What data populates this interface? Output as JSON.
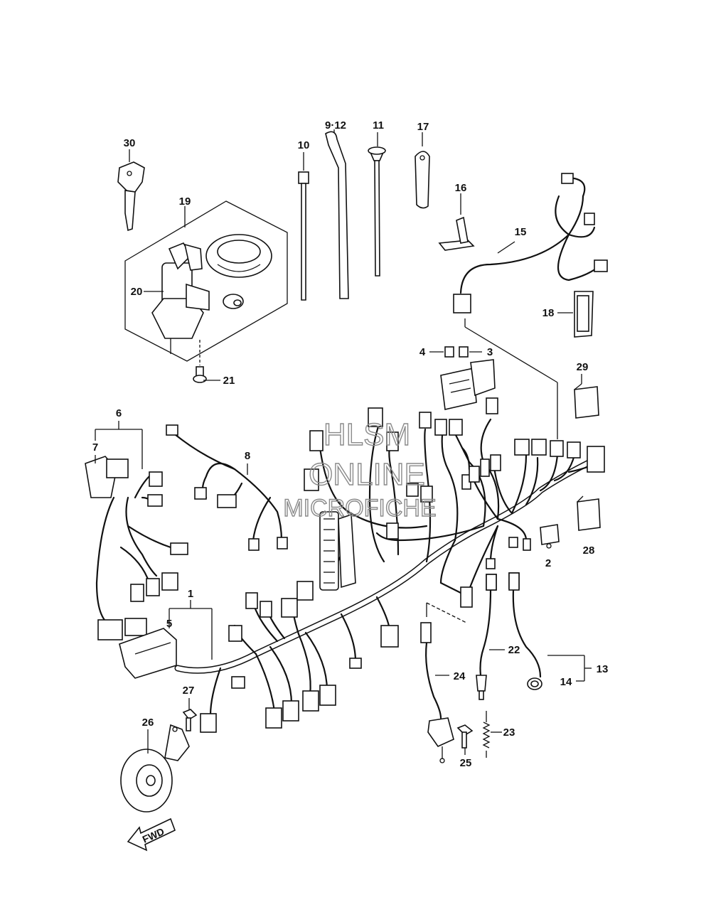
{
  "watermark": {
    "line1": "HLSM",
    "line2": "ONLINE",
    "line3": "MICROFICHE"
  },
  "direction_label": "FWD",
  "callouts": [
    {
      "id": "30",
      "label": "30"
    },
    {
      "id": "19",
      "label": "19"
    },
    {
      "id": "20",
      "label": "20"
    },
    {
      "id": "21",
      "label": "21"
    },
    {
      "id": "10",
      "label": "10"
    },
    {
      "id": "9-12",
      "label": "9·12"
    },
    {
      "id": "11",
      "label": "11"
    },
    {
      "id": "17",
      "label": "17"
    },
    {
      "id": "16",
      "label": "16"
    },
    {
      "id": "15",
      "label": "15"
    },
    {
      "id": "18",
      "label": "18"
    },
    {
      "id": "4",
      "label": "4"
    },
    {
      "id": "3",
      "label": "3"
    },
    {
      "id": "29",
      "label": "29"
    },
    {
      "id": "6",
      "label": "6"
    },
    {
      "id": "7",
      "label": "7"
    },
    {
      "id": "8",
      "label": "8"
    },
    {
      "id": "28",
      "label": "28"
    },
    {
      "id": "2",
      "label": "2"
    },
    {
      "id": "1",
      "label": "1"
    },
    {
      "id": "5",
      "label": "5"
    },
    {
      "id": "22",
      "label": "22"
    },
    {
      "id": "13",
      "label": "13"
    },
    {
      "id": "14",
      "label": "14"
    },
    {
      "id": "27",
      "label": "27"
    },
    {
      "id": "24",
      "label": "24"
    },
    {
      "id": "26",
      "label": "26"
    },
    {
      "id": "23",
      "label": "23"
    },
    {
      "id": "25",
      "label": "25"
    }
  ]
}
